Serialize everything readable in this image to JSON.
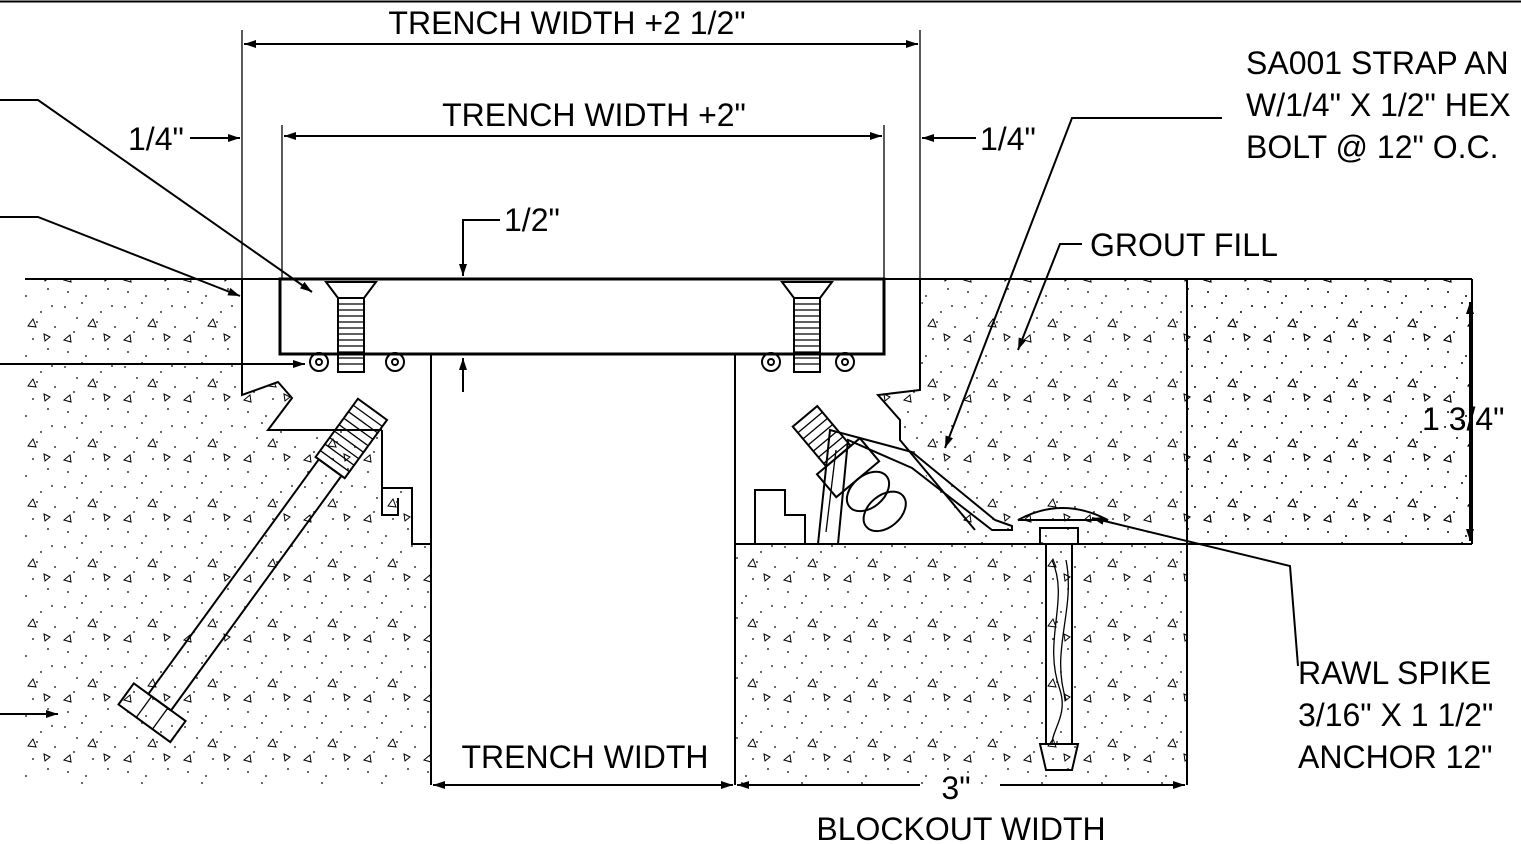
{
  "labels": {
    "trench_width_plus_2_half": "TRENCH WIDTH +2 1/2\"",
    "trench_width_plus_2": "TRENCH WIDTH +2\"",
    "quarter_left": "1/4\"",
    "quarter_right": "1/4\"",
    "half_inch": "1/2\"",
    "strap_line1": "SA001 STRAP AN",
    "strap_line2": "W/1/4\" X 1/2\" HEX",
    "strap_line3": "BOLT @ 12\" O.C.",
    "grout_fill": "GROUT FILL",
    "depth": "1 3/4\"",
    "rawl_line1": "RAWL SPIKE",
    "rawl_line2": "3/16\" X 1 1/2\"",
    "rawl_line3": "ANCHOR 12\"",
    "trench_width": "TRENCH WIDTH",
    "three_inch": "3\"",
    "blockout_width": "BLOCKOUT WIDTH"
  },
  "colors": {
    "line": "#000000",
    "background": "#ffffff"
  }
}
